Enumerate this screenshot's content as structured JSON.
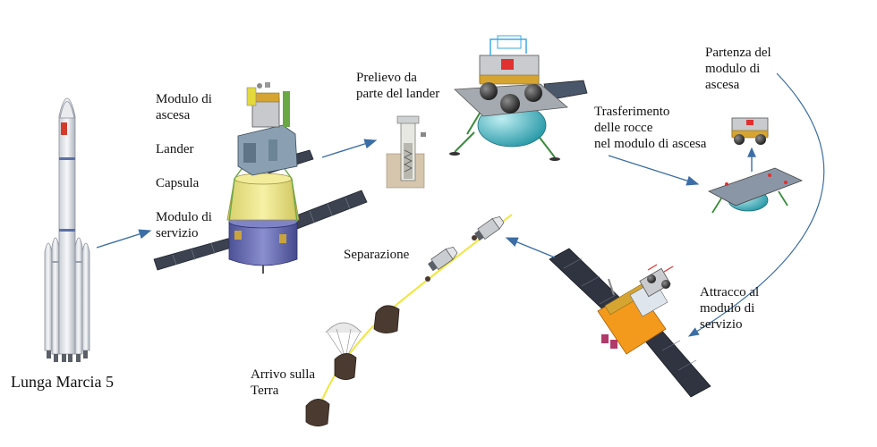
{
  "labels": {
    "rocket": "Lunga Marcia 5",
    "ascent_module": "Modulo di\nascesa",
    "lander": "Lander",
    "capsule": "Capsula",
    "service_module": "Modulo di\nservizio",
    "sampling": "Prelievo da\nparte del lander",
    "transfer": "Trasferimento\ndelle rocce\nnel modulo di ascesa",
    "ascent_departure": "Partenza del\nmodulo di\nascesa",
    "docking": "Attracco al\nmodulo di\nservizio",
    "separation": "Separazione",
    "earth_arrival": "Arrivo sulla\nTerra"
  },
  "colors": {
    "arrow": "#3c6ea5",
    "trajectory": "#f1e63a",
    "solar_panel": "#3c4250",
    "capsule_body": "#ece58a",
    "service_body": "#6a6fb6",
    "lander_body": "#8aa0b2",
    "ascent_gold": "#d6a531",
    "capsule_heatshield": "#4a3a30",
    "docking_orange": "#f39a1c",
    "lander_sphere": "#3fb3c0"
  }
}
